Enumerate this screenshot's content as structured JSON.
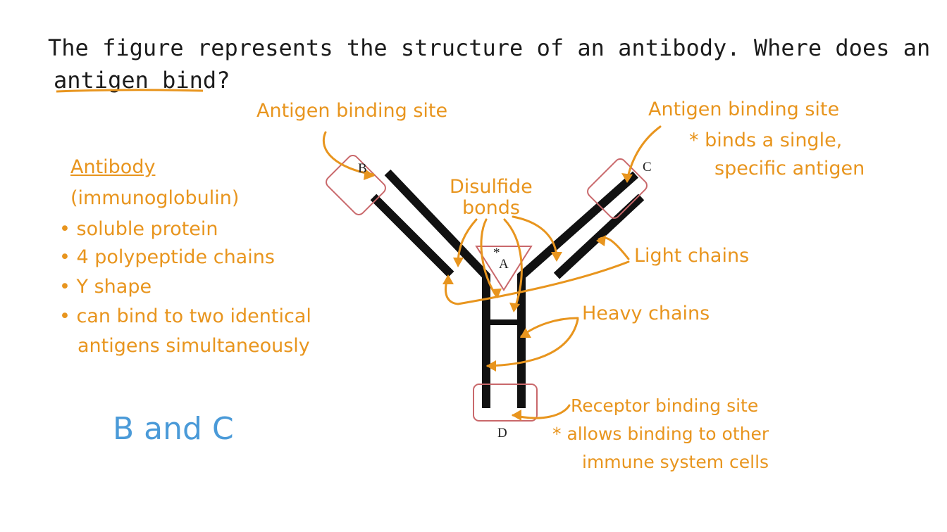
{
  "question": {
    "line1": "The figure represents the structure of an antibody. Where does an",
    "line2_prefix": "antigen bind",
    "line2_suffix": "?"
  },
  "notes": {
    "title": "Antibody",
    "subtitle": "(immunoglobulin)",
    "bullets": [
      "soluble protein",
      "4 polypeptide chains",
      "Y shape",
      "can bind to two identical"
    ],
    "bullet4_cont": "antigens simultaneously",
    "answer": "B and C"
  },
  "figure": {
    "labels": {
      "A": "A",
      "B": "B",
      "C": "C",
      "D": "D"
    },
    "asterisk": "*"
  },
  "annotations": {
    "antigen_left": "Antigen binding site",
    "antigen_right": "Antigen binding site",
    "antigen_right_note1": "* binds a single,",
    "antigen_right_note2": "specific antigen",
    "disulfide1": "Disulfide",
    "disulfide2": "bonds",
    "light_chains": "Light chains",
    "heavy_chains": "Heavy chains",
    "receptor": "Receptor binding site",
    "receptor_note1": "* allows binding to other",
    "receptor_note2": "immune system cells"
  },
  "colors": {
    "ink": "#1c1c1c",
    "orange": "#e8951e",
    "blue": "#4a9ad8",
    "box": "#c9686b"
  }
}
